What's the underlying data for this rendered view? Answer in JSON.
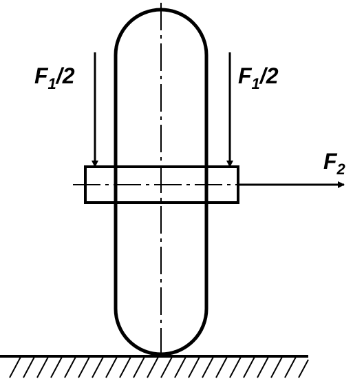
{
  "labels": {
    "left_force": {
      "symbol": "F",
      "subscript": "1",
      "suffix": "/2"
    },
    "right_force": {
      "symbol": "F",
      "subscript": "1",
      "suffix": "/2"
    },
    "horizontal_force": {
      "symbol": "F",
      "subscript": "2"
    }
  },
  "colors": {
    "stroke": "#000000",
    "background": "#ffffff"
  }
}
